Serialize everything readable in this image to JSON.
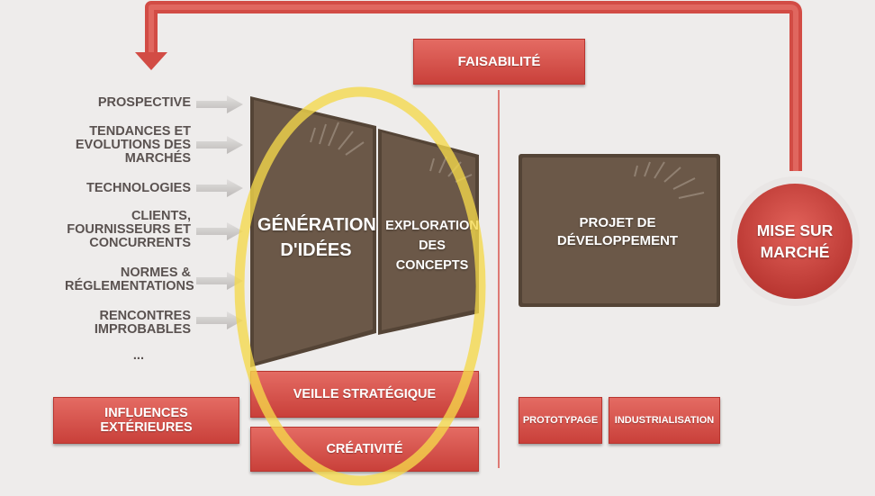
{
  "influences": {
    "items": [
      "PROSPECTIVE",
      "TENDANCES ET EVOLUTIONS DES MARCHÉS",
      "TECHNOLOGIES",
      "CLIENTS, FOURNISSEURS ET CONCURRENTS",
      "NORMES & RÉGLEMENTATIONS",
      "RENCONTRES IMPROBABLES",
      "..."
    ],
    "label": "INFLUENCES EXTÉRIEURES"
  },
  "stages": {
    "generation": "GÉNÉRATION D'IDÉES",
    "exploration": "EXPLORATION DES CONCEPTS",
    "projet": "PROJET DE DÉVELOPPEMENT",
    "mise_sur_marche": "MISE SUR MARCHÉ"
  },
  "boxes": {
    "faisabilite": "FAISABILITÉ",
    "veille": "VEILLE STRATÉGIQUE",
    "creativite": "CRÉATIVITÉ",
    "prototypage": "PROTOTYPAGE",
    "industrialisation": "INDUSTRIALISATION"
  },
  "colors": {
    "panel": "#6b5848",
    "red": "#d9544d",
    "highlight": "#f5d94a",
    "text_dark": "#5a5250"
  }
}
